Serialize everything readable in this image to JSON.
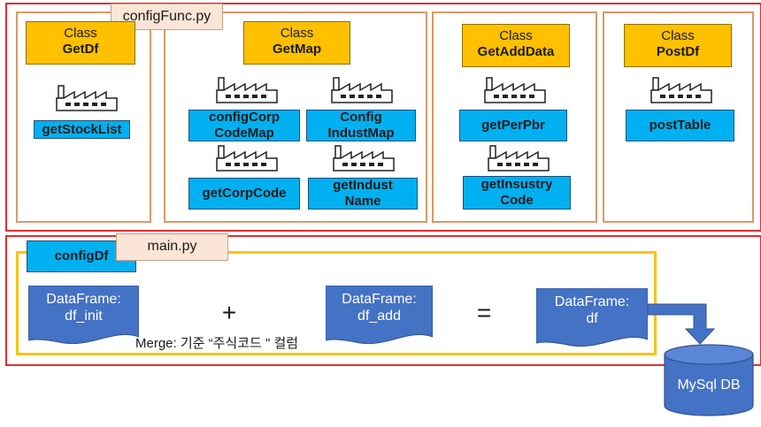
{
  "config_module": {
    "file_label": "configFunc.py",
    "classes": [
      {
        "prefix": "Class",
        "name": "GetDf",
        "functions": [
          "getStockList"
        ]
      },
      {
        "prefix": "Class",
        "name": "GetMap",
        "functions": [
          "configCorp\nCodeMap",
          "Config\nIndustMap",
          "getCorpCode",
          "getIndust\nName"
        ]
      },
      {
        "prefix": "Class",
        "name": "GetAddData",
        "functions": [
          "getPerPbr",
          "getInsustry\nCode"
        ]
      },
      {
        "prefix": "Class",
        "name": "PostDf",
        "functions": [
          "postTable"
        ]
      }
    ]
  },
  "main_module": {
    "file_label": "main.py",
    "config_df_label": "configDf",
    "df_init": "DataFrame:\ndf_init",
    "df_add": "DataFrame:\ndf_add",
    "df_result": "DataFrame:\ndf",
    "plus": "+",
    "equals": "=",
    "merge_note": "Merge: 기준 “주식코드 \" 컬럼"
  },
  "database": {
    "label": "MySql DB"
  },
  "icons": [
    "factory-icon",
    "arrow-icon",
    "database-cylinder-icon"
  ],
  "colors": {
    "frame_red": "#e03030",
    "frame_orange": "#d89a6a",
    "class_yellow": "#ffc000",
    "function_blue": "#00b0f0",
    "document_blue": "#4472c4",
    "merge_border": "#f5c518"
  }
}
